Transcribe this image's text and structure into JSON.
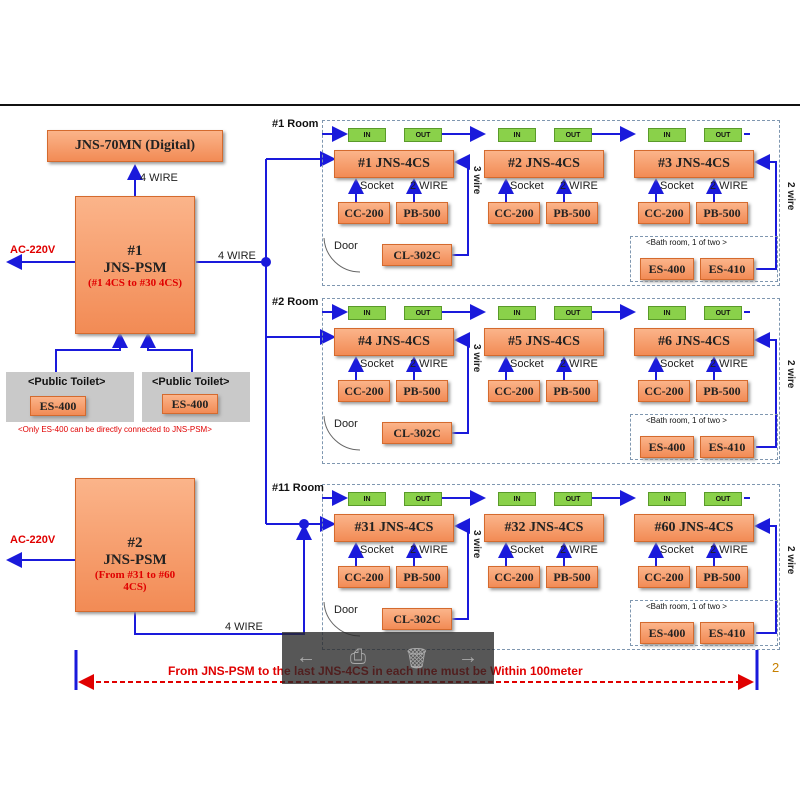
{
  "header": {
    "hidden_title": "Diagram - Wiring Diagram"
  },
  "top_box": {
    "label": "JNS-70MN (Digital)"
  },
  "labels": {
    "four_wire": "4 WIRE",
    "two_wire": "2 WIRE",
    "socket": "Socket",
    "three_wire": "3 wire",
    "two_wire_v": "2 wire",
    "ac": "AC-220V",
    "in": "IN",
    "out": "OUT",
    "door": "Door",
    "bath": "<Bath room, 1 of two >"
  },
  "psm1": {
    "title": "#1",
    "name": "JNS-PSM",
    "range": "(#1 4CS to #30 4CS)"
  },
  "psm2": {
    "title": "#2",
    "name": "JNS-PSM",
    "range_line1": "(From #31 to #60",
    "range_line2": "4CS)"
  },
  "public_toilet": {
    "label": "<Public Toilet>",
    "device": "ES-400",
    "note": "<Only ES-400 can be directly connected to JNS-PSM>"
  },
  "rooms": [
    {
      "name": "#1 Room",
      "units": [
        "#1 JNS-4CS",
        "#2 JNS-4CS",
        "#3 JNS-4CS"
      ]
    },
    {
      "name": "#2 Room",
      "units": [
        "#4 JNS-4CS",
        "#5 JNS-4CS",
        "#6 JNS-4CS"
      ]
    },
    {
      "name": "#11 Room",
      "units": [
        "#31 JNS-4CS",
        "#32 JNS-4CS",
        "#60 JNS-4CS"
      ]
    }
  ],
  "devices": {
    "cc": "CC-200",
    "pb": "PB-500",
    "cl": "CL-302C",
    "es400": "ES-400",
    "es410": "ES-410"
  },
  "footer": {
    "distance_note": "From JNS-PSM to the last JNS-4CS in each line must be Within 100meter",
    "page": "2"
  },
  "toolbar": {
    "back": "←",
    "save": "⎙",
    "delete": "🗑",
    "forward": "→"
  },
  "colors": {
    "orange": "#f28b55",
    "green": "#8ad14a",
    "blue": "#1a1adb",
    "red": "#e00000"
  }
}
